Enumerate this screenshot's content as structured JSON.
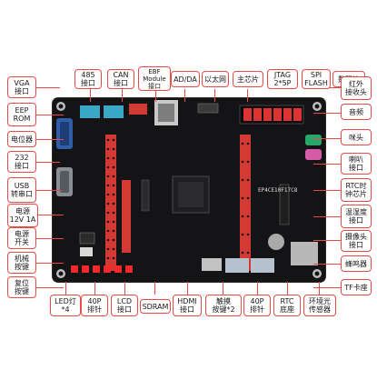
{
  "colors": {
    "accent": "#e64b45",
    "board": "#141416",
    "header_red": "#d23a33",
    "connector_blue": "#2f5da8",
    "led_red": "#f22a2a"
  },
  "labels": {
    "vga": "VGA\n接口",
    "eeprom": "EEP\nROM",
    "potentiometer": "电位器",
    "rs232": "232\n接口",
    "usb_uart": "USB\n转串口",
    "power_12v": "电源\n12V 1A",
    "power_switch": "电源\n开关",
    "mech_key": "机械\n按键",
    "reset_key": "复位\n按键",
    "rs485": "485\n接口",
    "can": "CAN\n接口",
    "ebf_module": "EBF\nModule\n接口",
    "ad_da": "AD/DA",
    "ethernet": "以太网",
    "main_chip": "主芯片",
    "jtag": "JTAG\n2*5P",
    "spi_flash": "SPI\nFLASH",
    "seven_seg": "数码管",
    "ir_receiver": "红外\n接收头",
    "audio": "音频",
    "mic": "咪头",
    "buzzer_speaker": "喇叭\n接口",
    "rtc_clock": "RTC时\n钟芯片",
    "temp_humid": "温湿度\n接口",
    "camera": "摄像头\n接口",
    "beeper": "蜂鸣器",
    "tf_card": "TF卡座",
    "led": "LED灯\n*4",
    "header_40p_a": "40P\n排针",
    "lcd": "LCD\n接口",
    "sdram": "SDRAM",
    "hdmi": "HDMI\n接口",
    "touch_key": "触摸\n按键*2",
    "header_40p_b": "40P\n排针",
    "rtc_base": "RTC\n底座",
    "light_sensor": "环境光\n传感器"
  },
  "board": {
    "silk_model": "EP4CE10F17C8"
  }
}
